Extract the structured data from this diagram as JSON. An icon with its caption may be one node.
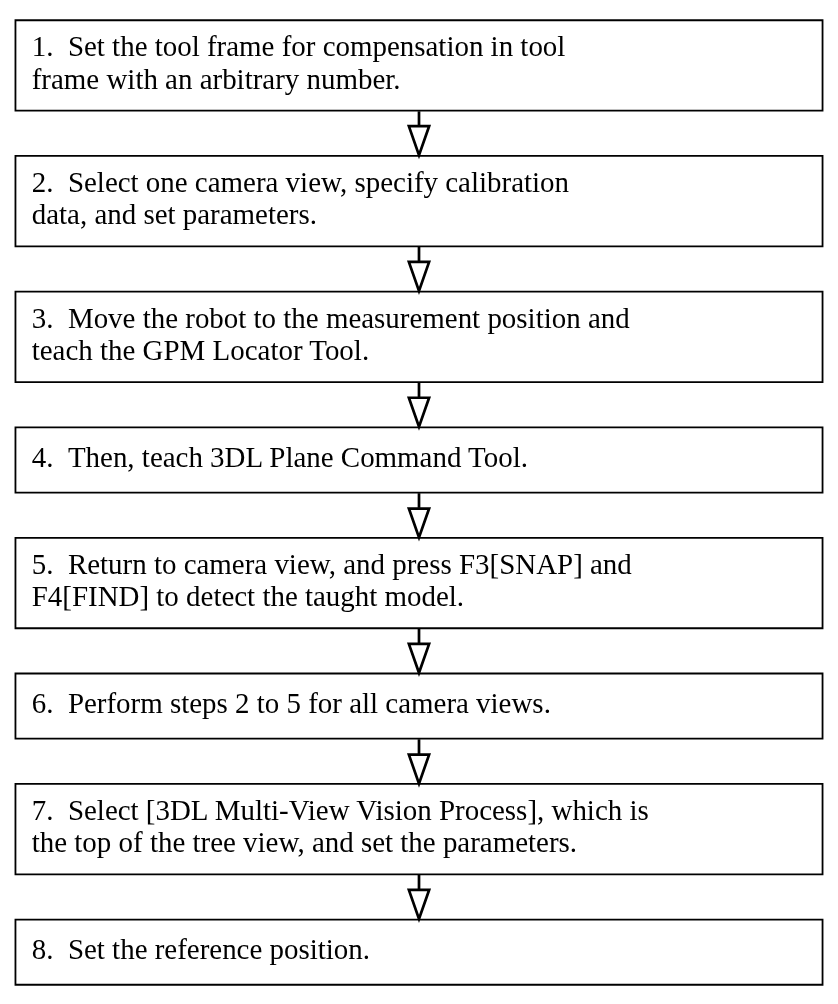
{
  "diagram": {
    "nodes": [
      {
        "text": [
          "1.  Set the tool frame for compensation in tool frame with an arbitrary number."
        ]
      },
      {
        "text": [
          "2.  Select one camera view, specify calibration data, and set parameters."
        ]
      },
      {
        "text": [
          "3.  Move the robot to the measurement position and teach the GPM Locator Tool."
        ]
      },
      {
        "text": [
          "4.  Then, teach 3DL Plane Command Tool."
        ]
      },
      {
        "text": [
          "5.  Return to camera view, and press F3[SNAP] and F4[FIND] to detect the taught model."
        ]
      },
      {
        "text": [
          "6.  Perform steps 2 to 5 for all camera views."
        ]
      },
      {
        "text": [
          "7.  Select [3DL Multi-View Vision Process], which is the top of the tree view, and set the parameters."
        ]
      },
      {
        "text": [
          "8.  Set the reference position."
        ]
      }
    ],
    "edges": [
      {
        "from": 0,
        "to": 1,
        "arrow": "to"
      },
      {
        "from": 1,
        "to": 2,
        "arrow": "to"
      },
      {
        "from": 2,
        "to": 3,
        "arrow": "to"
      },
      {
        "from": 3,
        "to": 4,
        "arrow": "to"
      },
      {
        "from": 4,
        "to": 5,
        "arrow": "to"
      },
      {
        "from": 5,
        "to": 6,
        "arrow": "to"
      },
      {
        "from": 6,
        "to": 7,
        "arrow": "to"
      }
    ]
  }
}
